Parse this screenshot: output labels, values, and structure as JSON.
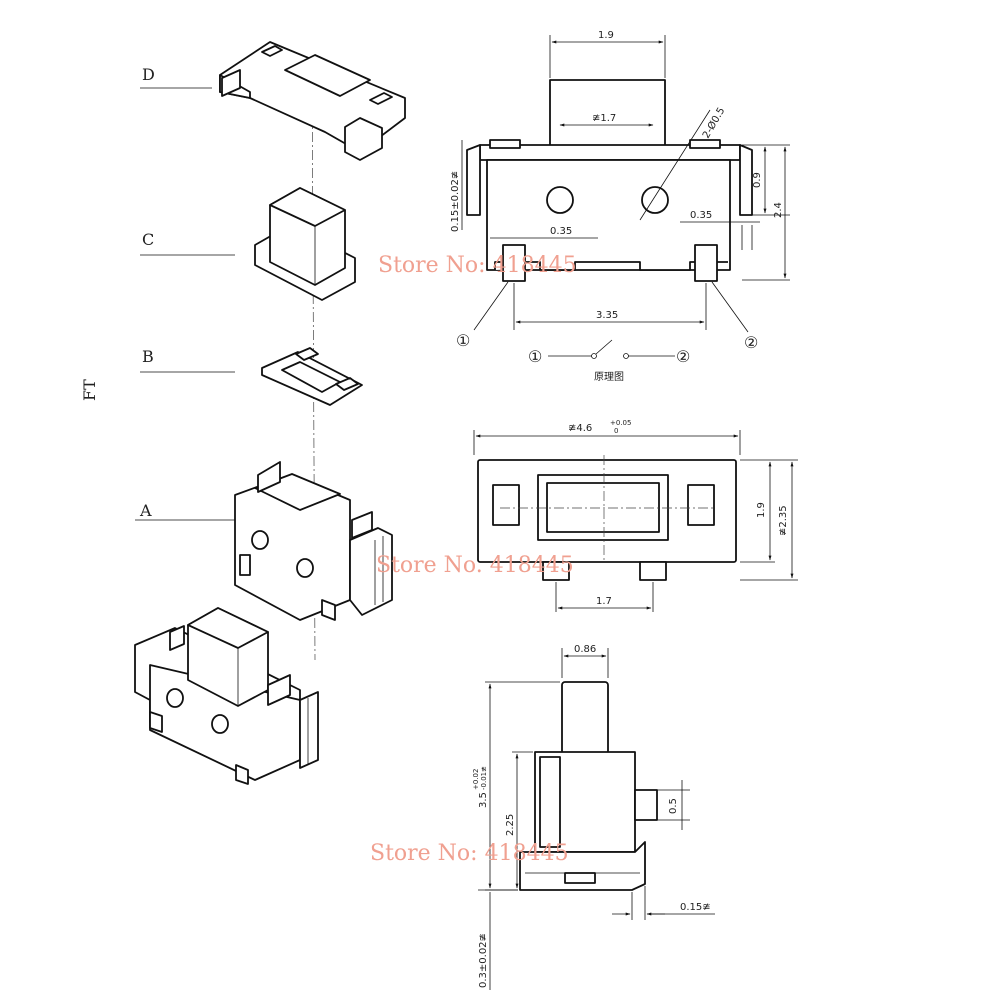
{
  "parts": {
    "d": "D",
    "c": "C",
    "b": "B",
    "a": "A"
  },
  "side_mark": "FT",
  "top_view": {
    "width": "1.9",
    "inner_width": "≇1.7",
    "holes": "2-Ø0.5",
    "rail": "0.15±0.02≇",
    "dim_09": "0.9",
    "dim_24": "2.4",
    "dim_035_left": "0.35",
    "dim_035_right": "0.35",
    "pitch": "3.35",
    "pin1": "①",
    "pin2": "②"
  },
  "schematic": {
    "pin1": "①",
    "pin2": "②",
    "caption": "原理图"
  },
  "front_view": {
    "width_main": "≇4.6",
    "tol_upper": "+0.05",
    "tol_lower": "0",
    "dim_19": "1.9",
    "dim_235": "≇2.35",
    "dim_17": "1.7"
  },
  "side_view": {
    "dim_086": "0.86",
    "height_main": "3.5",
    "height_tol_upper": "+0.02",
    "height_tol_lower": "-0.01≇",
    "dim_225": "2.25",
    "dim_05": "0.5",
    "dim_015": "0.15≇",
    "dim_03": "0.3±0.02≇"
  },
  "watermarks": [
    "Store No: 418445",
    "Store No. 418445",
    "Store No: 418445"
  ]
}
